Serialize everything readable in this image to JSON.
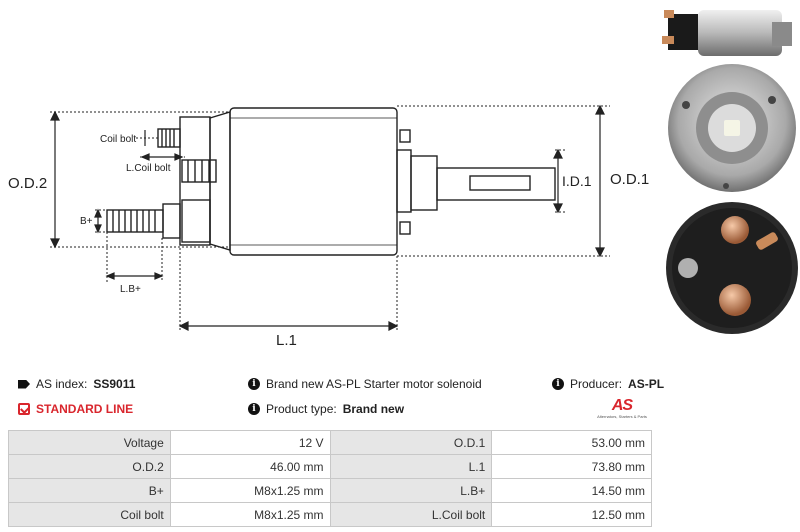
{
  "drawing": {
    "labels": {
      "od2": "O.D.2",
      "od1": "O.D.1",
      "id1": "I.D.1",
      "l1": "L.1",
      "lb": "L.B+",
      "bplus": "B+",
      "coil_bolt": "Coil bolt",
      "lcoil_bolt": "L.Coil bolt"
    }
  },
  "info": {
    "as_index_label": "AS index:",
    "as_index_value": "SS9011",
    "standard_line": "STANDARD LINE",
    "description": "Brand new AS-PL Starter motor solenoid",
    "product_type_label": "Product type:",
    "product_type_value": "Brand new",
    "producer_label": "Producer:",
    "producer_value": "AS-PL"
  },
  "logo": {
    "mark": "AS",
    "tagline": "Alternators, Starters & Parts"
  },
  "specs": [
    {
      "label1": "Voltage",
      "value1": "12 V",
      "label2": "O.D.1",
      "value2": "53.00 mm"
    },
    {
      "label1": "O.D.2",
      "value1": "46.00 mm",
      "label2": "L.1",
      "value2": "73.80 mm"
    },
    {
      "label1": "B+",
      "value1": "M8x1.25 mm",
      "label2": "L.B+",
      "value2": "14.50 mm"
    },
    {
      "label1": "Coil bolt",
      "value1": "M8x1.25 mm",
      "label2": "L.Coil bolt",
      "value2": "12.50 mm"
    }
  ],
  "colors": {
    "accent": "#d9262d",
    "label_bg": "#e6e6e6",
    "border": "#c8c8c8"
  },
  "icons": [
    "tag-icon",
    "info-icon",
    "check-icon"
  ]
}
